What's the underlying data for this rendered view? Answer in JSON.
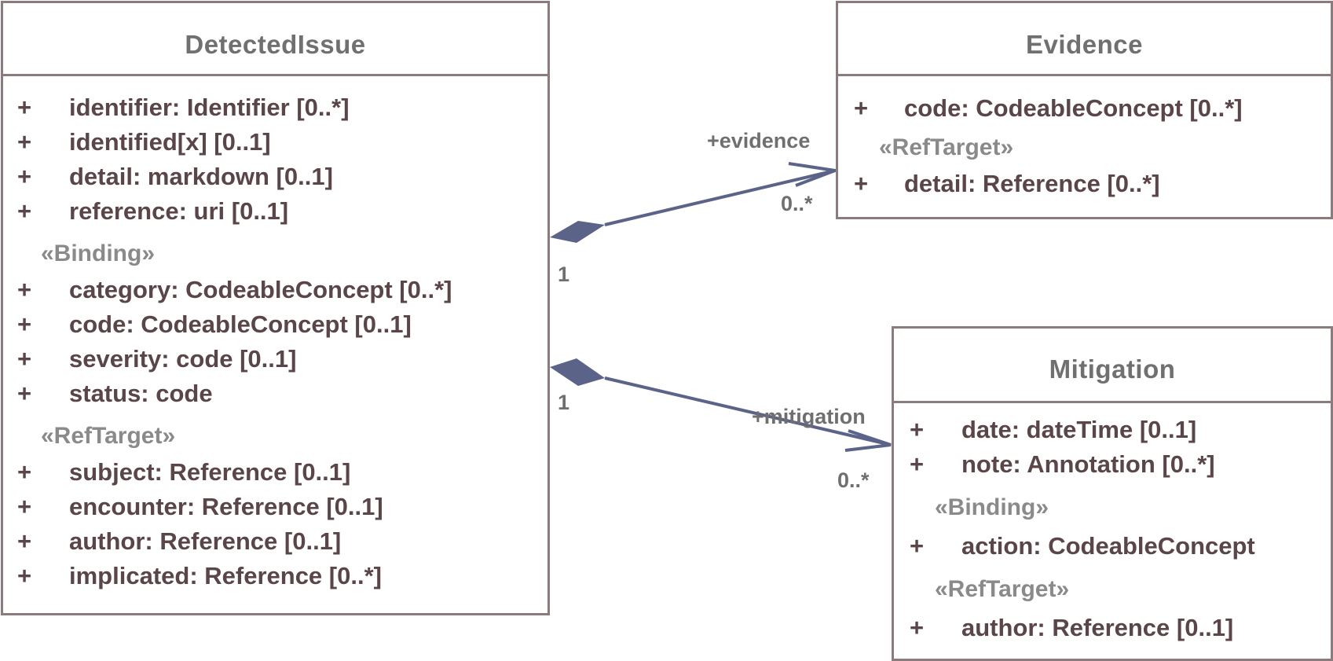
{
  "classes": {
    "detectedissue": {
      "name": "DetectedIssue",
      "attributes": [
        {
          "vis": "+",
          "text": "identifier: Identifier [0..*]"
        },
        {
          "vis": "+",
          "text": "identified[x] [0..1]"
        },
        {
          "vis": "+",
          "text": "detail: markdown [0..1]"
        },
        {
          "vis": "+",
          "text": "reference: uri [0..1]"
        }
      ],
      "binding_stereotype": "«Binding»",
      "binding_attributes": [
        {
          "vis": "+",
          "text": "category: CodeableConcept [0..*]"
        },
        {
          "vis": "+",
          "text": "code: CodeableConcept [0..1]"
        },
        {
          "vis": "+",
          "text": "severity: code [0..1]"
        },
        {
          "vis": "+",
          "text": "status: code"
        }
      ],
      "reftarget_stereotype": "«RefTarget»",
      "reftarget_attributes": [
        {
          "vis": "+",
          "text": "subject: Reference [0..1]"
        },
        {
          "vis": "+",
          "text": "encounter: Reference [0..1]"
        },
        {
          "vis": "+",
          "text": "author: Reference [0..1]"
        },
        {
          "vis": "+",
          "text": "implicated: Reference [0..*]"
        }
      ]
    },
    "evidence": {
      "name": "Evidence",
      "attributes": [
        {
          "vis": "+",
          "text": "code: CodeableConcept [0..*]"
        }
      ],
      "reftarget_stereotype": "«RefTarget»",
      "reftarget_attributes": [
        {
          "vis": "+",
          "text": "detail: Reference [0..*]"
        }
      ]
    },
    "mitigation": {
      "name": "Mitigation",
      "attributes": [
        {
          "vis": "+",
          "text": "date: dateTime [0..1]"
        },
        {
          "vis": "+",
          "text": "note: Annotation [0..*]"
        }
      ],
      "binding_stereotype": "«Binding»",
      "binding_attributes": [
        {
          "vis": "+",
          "text": "action: CodeableConcept"
        }
      ],
      "reftarget_stereotype": "«RefTarget»",
      "reftarget_attributes": [
        {
          "vis": "+",
          "text": "author: Reference [0..1]"
        }
      ]
    }
  },
  "associations": {
    "evidence": {
      "role": "+evidence",
      "source_multiplicity": "1",
      "target_multiplicity": "0..*"
    },
    "mitigation": {
      "role": "+mitigation",
      "source_multiplicity": "1",
      "target_multiplicity": "0..*"
    }
  },
  "colors": {
    "border": "#8b7b7c",
    "header_text": "#707070",
    "attribute_text": "#5a4548",
    "stereotype_text": "#8a8a8a",
    "connector": "#5b6388"
  }
}
